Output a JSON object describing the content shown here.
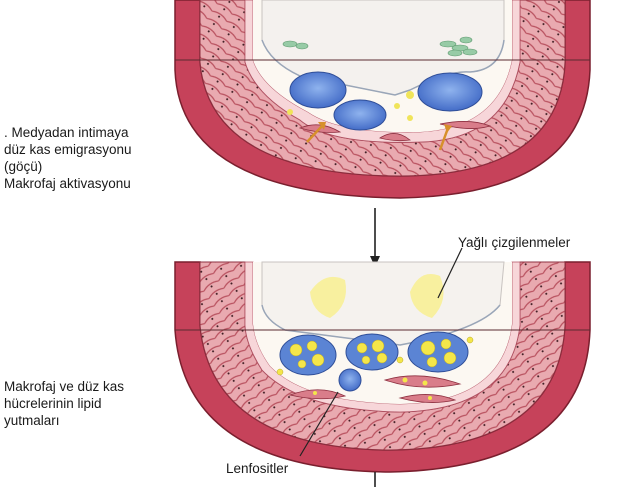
{
  "labels": {
    "top_caption": [
      ". Medyadan intimaya",
      "düz kas emigrasyonu",
      "(göçü)",
      "Makrofaj aktivasyonu"
    ],
    "fatty_streaks": "Yağlı çizgilenmeler",
    "bottom_caption": [
      "Makrofaj ve düz kas",
      "hücrelerinin lipid",
      "yutmaları"
    ],
    "lymphocytes": "Lenfositler"
  },
  "colors": {
    "adventitia": "#c23a52",
    "media_muscle": "#e6a7ad",
    "internal_elastic": "#f6d3d6",
    "intima_bg": "#fbf7f4",
    "endothelium": "#ffffff",
    "macrophage_blue": "#4a78d0",
    "lipid_yellow": "#f4e64a",
    "fatty_streak": "#f7ee8a",
    "platelet_green": "#8fc59f"
  }
}
